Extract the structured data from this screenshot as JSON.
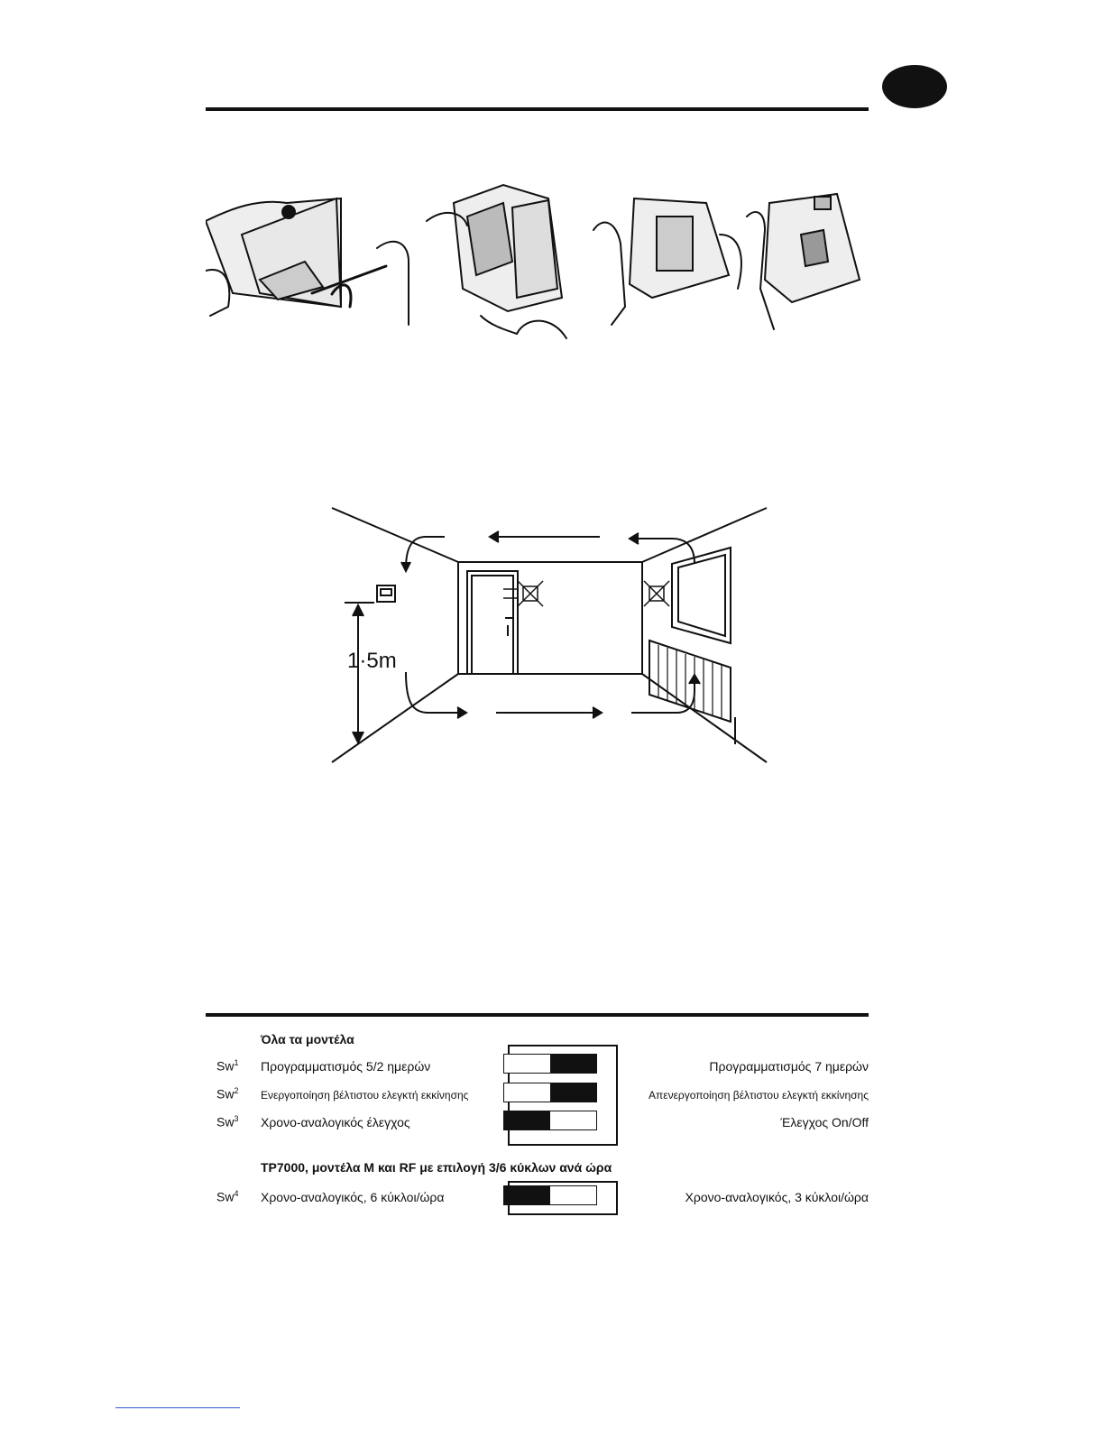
{
  "room": {
    "height_label": "1·5m"
  },
  "settings": {
    "section1_heading": "Όλα τα μοντέλα",
    "rows": [
      {
        "id": "Sw",
        "num": "1",
        "left": "Προγραμματισμός 5/2 ημερών",
        "right": "Προγραμματισμός 7 ημερών",
        "position": "right"
      },
      {
        "id": "Sw",
        "num": "2",
        "left": "Ενεργοποίηση βέλτιστου ελεγκτή εκκίνησης",
        "right": "Απενεργοποίηση βέλτιστου ελεγκτή εκκίνησης",
        "position": "right"
      },
      {
        "id": "Sw",
        "num": "3",
        "left": "Χρονο-αναλογικός έλεγχος",
        "right": "Έλεγχος On/Off",
        "position": "left"
      }
    ],
    "section2_heading": "TP7000, μοντέλα M και RF με επιλογή 3/6 κύκλων ανά ώρα",
    "row4": {
      "id": "Sw",
      "num": "4",
      "left": "Χρονο-αναλογικός, 6 κύκλοι/ώρα",
      "right": "Χρονο-αναλογικός, 3 κύκλοι/ώρα",
      "position": "left"
    }
  }
}
